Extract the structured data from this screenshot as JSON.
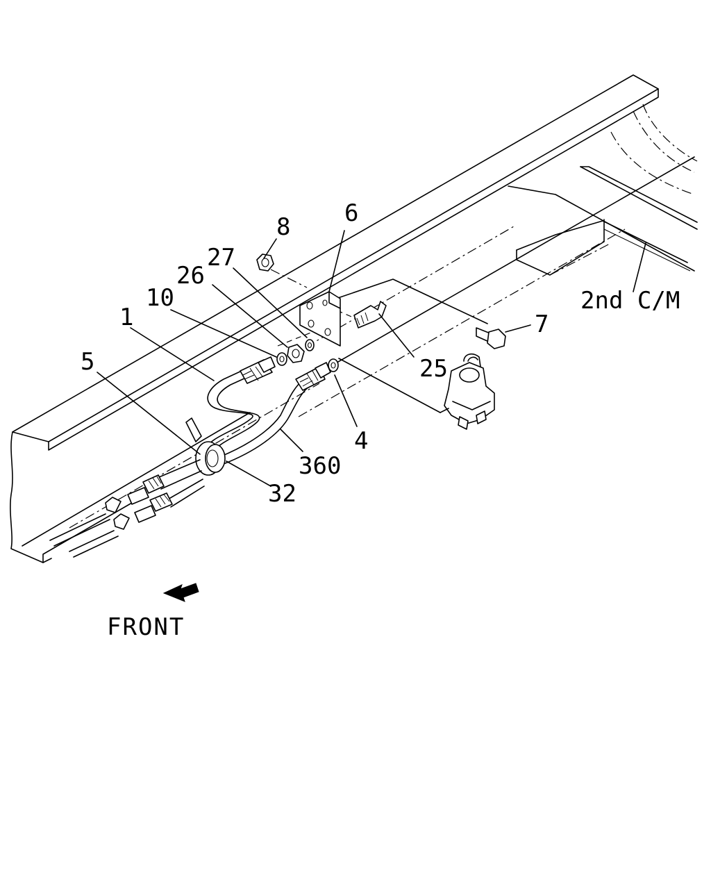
{
  "diagram": {
    "callouts": {
      "c1": "1",
      "c4": "4",
      "c5": "5",
      "c6": "6",
      "c7": "7",
      "c8": "8",
      "c10": "10",
      "c25": "25",
      "c26": "26",
      "c27": "27",
      "c32": "32",
      "c360": "360"
    },
    "crossmember_label": "2nd C/M",
    "front_label": "FRONT"
  }
}
